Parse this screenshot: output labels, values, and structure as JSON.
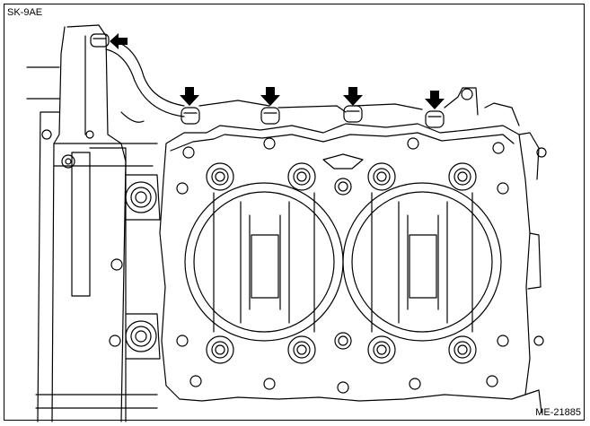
{
  "figure": {
    "code_top": "SK-9AE",
    "code_bottom": "ME-21885"
  },
  "colors": {
    "line": "#000000",
    "background": "#ffffff"
  },
  "markers": [
    {
      "name": "arrow-1",
      "target": "bolt-left-top"
    },
    {
      "name": "arrow-2",
      "target": "bolt-top-1"
    },
    {
      "name": "arrow-3",
      "target": "bolt-top-2"
    },
    {
      "name": "arrow-4",
      "target": "bolt-top-3"
    },
    {
      "name": "arrow-5",
      "target": "bolt-top-4"
    }
  ]
}
